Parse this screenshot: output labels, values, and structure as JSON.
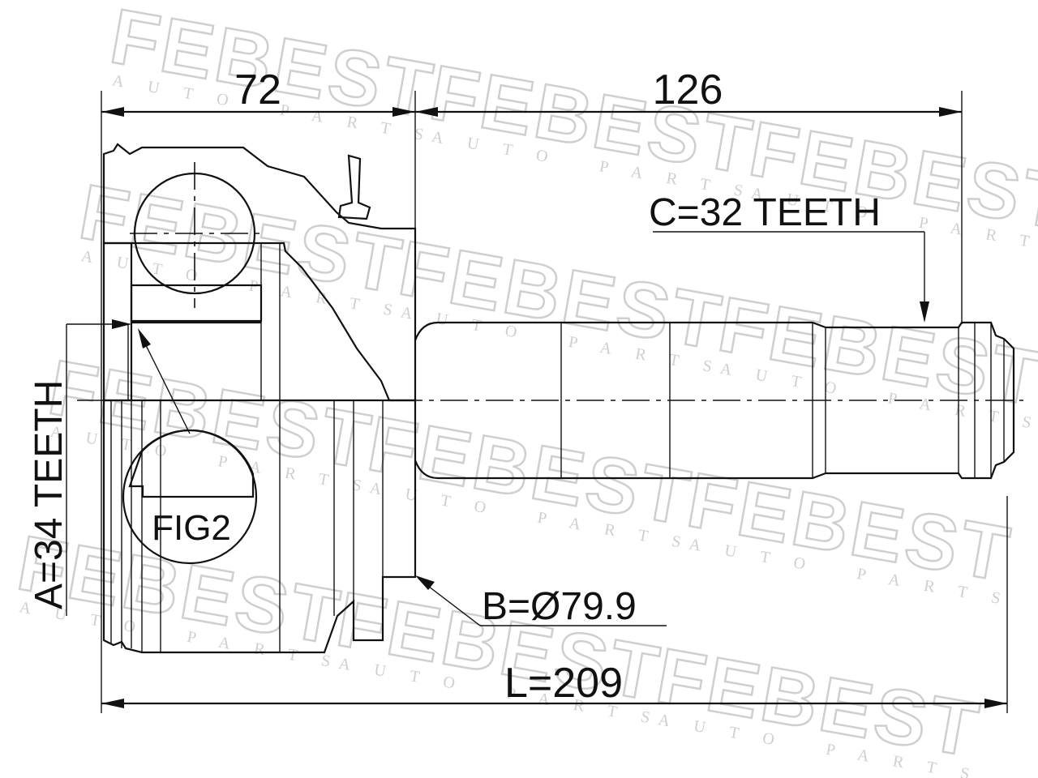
{
  "watermark": {
    "brand": "FEBEST",
    "subtitle": "AUTO PARTS"
  },
  "dimensions": {
    "joint_length": "72",
    "shaft_length": "126",
    "total_length": "L=209"
  },
  "specs": {
    "outer_spline": "C=32 TEETH",
    "inner_spline": "A=34 TEETH",
    "abs_diameter": "B=Ø79.9"
  },
  "detail_label": "FIG2",
  "colors": {
    "line": "#111111",
    "watermark": "#cfcfcf",
    "background": "#ffffff"
  }
}
